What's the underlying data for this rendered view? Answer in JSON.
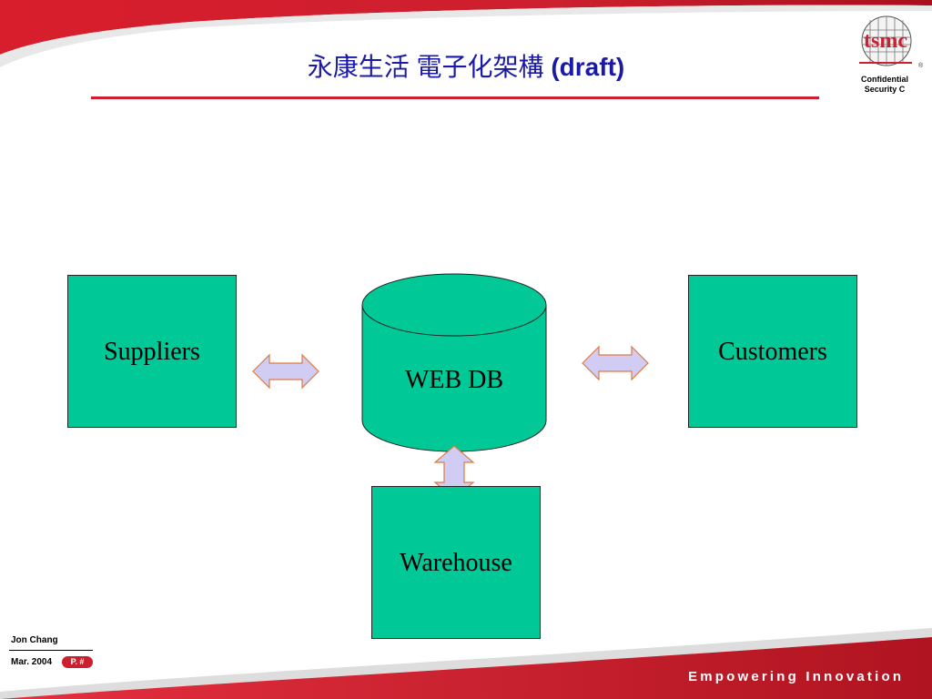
{
  "slide": {
    "title_cjk": "永康生活 電子化架構",
    "title_tag": "(draft)",
    "confidential_line1": "Confidential",
    "confidential_line2": "Security C"
  },
  "logo": {
    "text": "tsmc",
    "registered": "®"
  },
  "diagram": {
    "nodes": {
      "suppliers": "Suppliers",
      "web_db": "WEB DB",
      "customers": "Customers",
      "warehouse": "Warehouse"
    },
    "connections": [
      {
        "from": "suppliers",
        "to": "web_db",
        "type": "bidirectional"
      },
      {
        "from": "web_db",
        "to": "customers",
        "type": "bidirectional"
      },
      {
        "from": "web_db",
        "to": "warehouse",
        "type": "bidirectional"
      }
    ]
  },
  "footer": {
    "author": "Jon Chang",
    "date": "Mar. 2004",
    "page_label": "P. #",
    "tagline": "Empowering Innovation"
  },
  "colors": {
    "node_fill": "#00c896",
    "arrow_fill": "#d0ccf4",
    "arrow_stroke": "#e07a40",
    "brand_red": "#cc1f2f",
    "title_blue": "#1a1aa6"
  }
}
